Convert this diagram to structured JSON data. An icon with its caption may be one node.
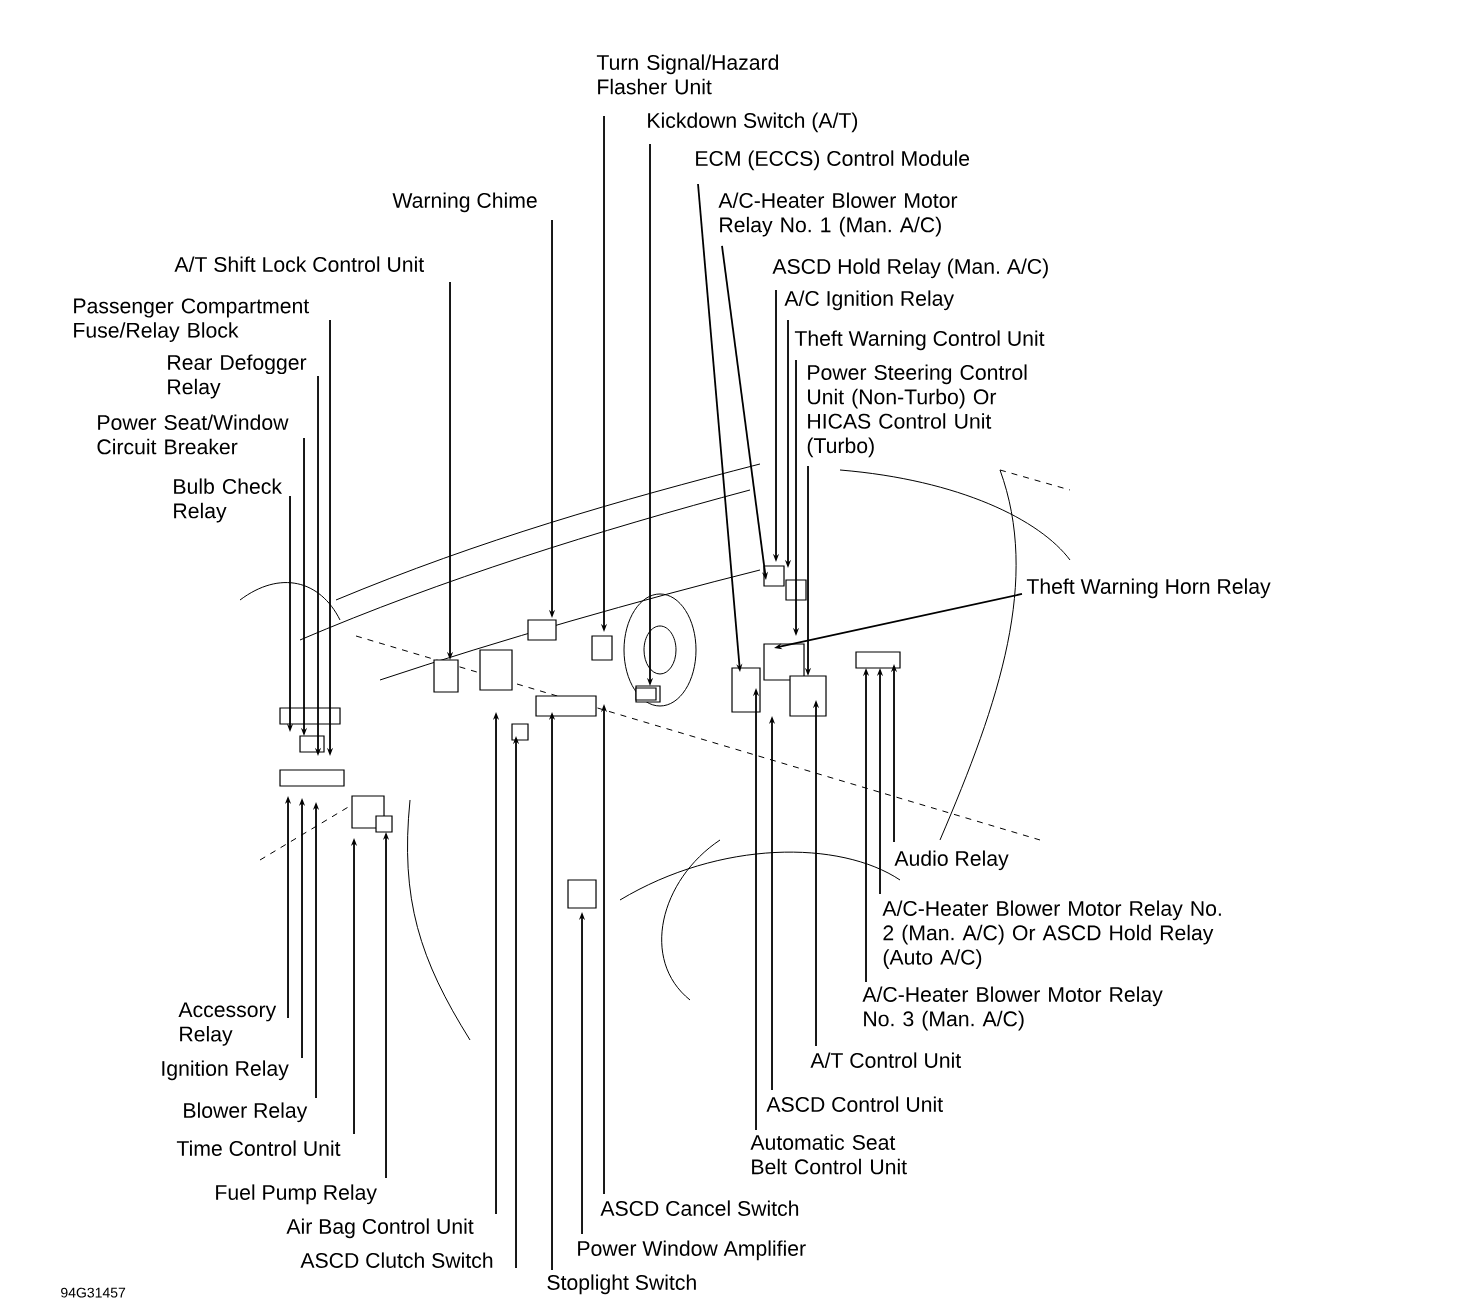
{
  "diagram": {
    "nodes": [
      {
        "text": [
          "Turn Signal/Hazard Flasher Unit"
        ]
      },
      {
        "text": [
          "Kickdown Switch (A/T)"
        ]
      },
      {
        "text": [
          "ECM (ECCS) Control Module"
        ]
      },
      {
        "text": [
          "A/C-Heater Blower Motor Relay No. 1 (Man. A/C)"
        ]
      },
      {
        "text": [
          "ASCD Hold Relay (Man. A/C)"
        ]
      },
      {
        "text": [
          "A/C Ignition Relay"
        ]
      },
      {
        "text": [
          "Theft Warning Control Unit"
        ]
      },
      {
        "text": [
          "Power Steering Control Unit (Non-Turbo) Or HICAS Control Unit (Turbo)"
        ]
      },
      {
        "text": [
          "Theft Warning Horn Relay"
        ]
      },
      {
        "text": [
          "Audio Relay"
        ]
      },
      {
        "text": [
          "A/C-Heater Blower Motor Relay No. 2 (Man. A/C) Or ASCD Hold Relay (Auto A/C)"
        ]
      },
      {
        "text": [
          "A/C-Heater Blower Motor Relay No. 3 (Man. A/C)"
        ]
      },
      {
        "text": [
          "A/T Control Unit"
        ]
      },
      {
        "text": [
          "ASCD Control Unit"
        ]
      },
      {
        "text": [
          "Automatic Seat Belt Control Unit"
        ]
      },
      {
        "text": [
          "ASCD Cancel Switch"
        ]
      },
      {
        "text": [
          "Power Window Amplifier"
        ]
      },
      {
        "text": [
          "Stoplight Switch"
        ]
      },
      {
        "text": [
          "ASCD Clutch Switch"
        ]
      },
      {
        "text": [
          "Air Bag Control Unit"
        ]
      },
      {
        "text": [
          "Fuel Pump Relay"
        ]
      },
      {
        "text": [
          "Time Control Unit"
        ]
      },
      {
        "text": [
          "Blower Relay"
        ]
      },
      {
        "text": [
          "Ignition Relay"
        ]
      },
      {
        "text": [
          "Accessory Relay"
        ]
      },
      {
        "text": [
          "Bulb Check Relay"
        ]
      },
      {
        "text": [
          "Power Seat/Window Circuit Breaker"
        ]
      },
      {
        "text": [
          "Rear Defogger Relay"
        ]
      },
      {
        "text": [
          "Passenger Compartment Fuse/Relay Block"
        ]
      },
      {
        "text": [
          "A/T Shift Lock Control Unit"
        ]
      },
      {
        "text": [
          "Warning Chime"
        ]
      }
    ],
    "edges": [
      {
        "from": 0,
        "to": null,
        "arrow": "to"
      },
      {
        "from": 1,
        "to": null,
        "arrow": "to"
      },
      {
        "from": 2,
        "to": null,
        "arrow": "to"
      },
      {
        "from": 3,
        "to": null,
        "arrow": "to"
      },
      {
        "from": 4,
        "to": null,
        "arrow": "to"
      },
      {
        "from": 5,
        "to": null,
        "arrow": "to"
      },
      {
        "from": 6,
        "to": null,
        "arrow": "to"
      },
      {
        "from": 7,
        "to": null,
        "arrow": "to"
      },
      {
        "from": 8,
        "to": null,
        "arrow": "to"
      },
      {
        "from": 9,
        "to": null,
        "arrow": "to"
      },
      {
        "from": 10,
        "to": null,
        "arrow": "to"
      },
      {
        "from": 11,
        "to": null,
        "arrow": "to"
      },
      {
        "from": 12,
        "to": null,
        "arrow": "to"
      },
      {
        "from": 13,
        "to": null,
        "arrow": "to"
      },
      {
        "from": 14,
        "to": null,
        "arrow": "to"
      },
      {
        "from": 15,
        "to": null,
        "arrow": "to"
      },
      {
        "from": 16,
        "to": null,
        "arrow": "to"
      },
      {
        "from": 17,
        "to": null,
        "arrow": "to"
      },
      {
        "from": 18,
        "to": null,
        "arrow": "to"
      },
      {
        "from": 19,
        "to": null,
        "arrow": "to"
      },
      {
        "from": 20,
        "to": null,
        "arrow": "to"
      },
      {
        "from": 21,
        "to": null,
        "arrow": "to"
      },
      {
        "from": 22,
        "to": null,
        "arrow": "to"
      },
      {
        "from": 23,
        "to": null,
        "arrow": "to"
      },
      {
        "from": 24,
        "to": null,
        "arrow": "to"
      },
      {
        "from": 25,
        "to": null,
        "arrow": "to"
      },
      {
        "from": 26,
        "to": null,
        "arrow": "to"
      },
      {
        "from": 27,
        "to": null,
        "arrow": "to"
      },
      {
        "from": 28,
        "to": null,
        "arrow": "to"
      },
      {
        "from": 29,
        "to": null,
        "arrow": "to"
      },
      {
        "from": 30,
        "to": null,
        "arrow": "to"
      }
    ],
    "labels": [
      "94G31457"
    ]
  }
}
